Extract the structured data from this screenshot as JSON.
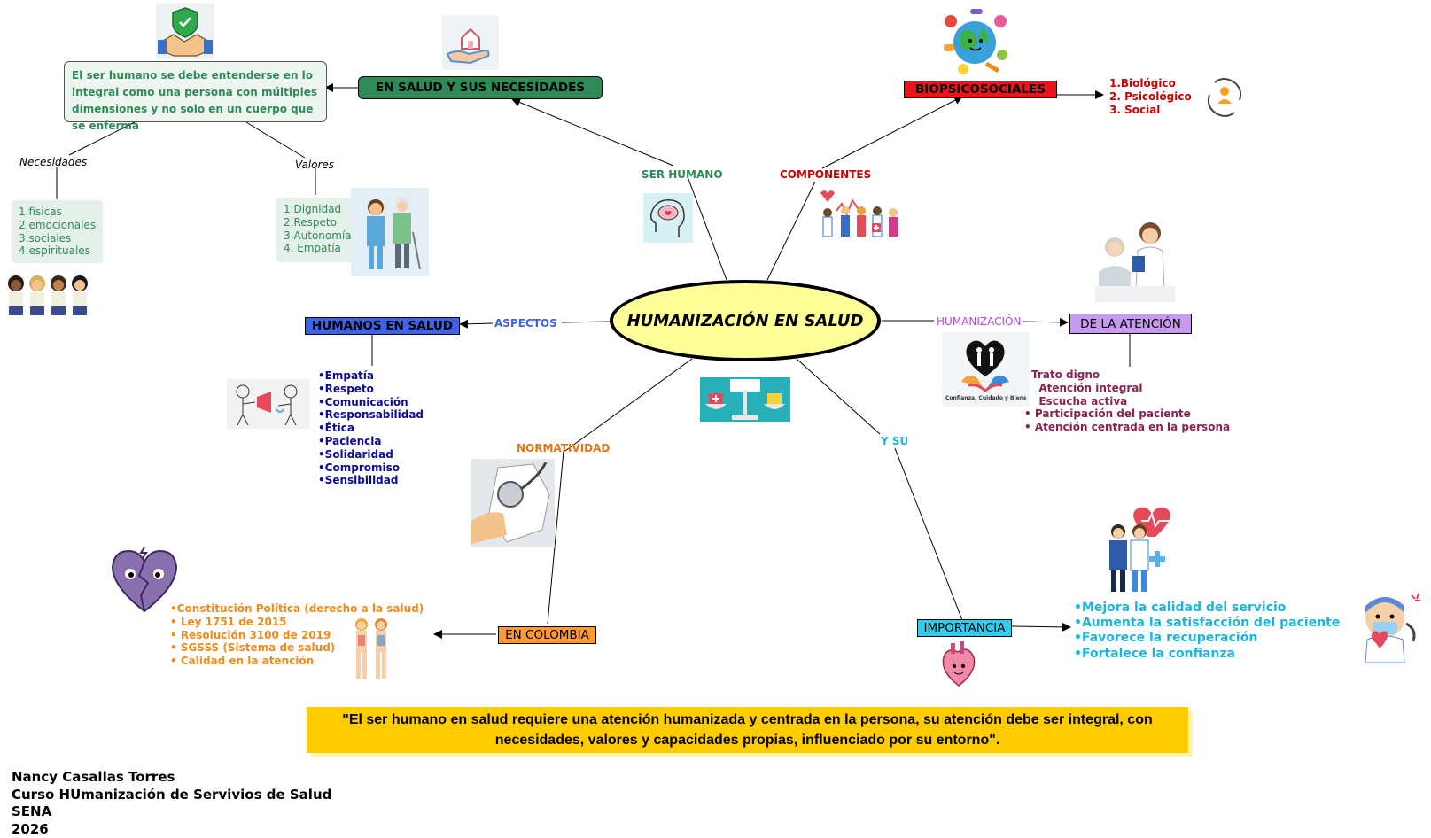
{
  "central": "HUMANIZACIÓN EN SALUD",
  "connectors": {
    "ser_humano": "SER HUMANO",
    "componentes": "COMPONENTES",
    "aspectos": "ASPECTOS",
    "humanizacion": "HUMANIZACIÓN",
    "normatividad": "NORMATIVIDAD",
    "y_su": "Y SU",
    "necesidades": "Necesidades",
    "valores": "Valores"
  },
  "nodes": {
    "en_salud": "EN SALUD Y SUS NECESIDADES",
    "biopsico": "BIOPSICOSOCIALES",
    "humanos": "HUMANOS EN SALUD",
    "atencion": "DE LA ATENCIÓN",
    "colombia": "EN COLOMBIA",
    "importancia": "IMPORTANCIA"
  },
  "definition": "El ser humano se debe entenderse en lo integral como una persona con múltiples dimensiones y no solo en un cuerpo que se enferma",
  "needs": [
    "1.físicas",
    "2.emocionales",
    "3.sociales",
    "4.espirituales"
  ],
  "values": [
    "1.Dignidad",
    "2.Respeto",
    "3.Autonomía",
    "4. Empatía"
  ],
  "components": [
    "1.Biológico",
    "2. Psicológico",
    "3. Social"
  ],
  "aspects": [
    "•Empatía",
    "•Respeto",
    "•Comunicación",
    "•Responsabilidad",
    "•Ética",
    "•Paciencia",
    "•Solidaridad",
    "•Compromiso",
    "•Sensibilidad"
  ],
  "attention": [
    "Trato digno",
    "  Atención integral",
    "  Escucha activa",
    "• Participación del paciente",
    "• Atención centrada en la persona"
  ],
  "norms": [
    "•Constitución Política (derecho a la salud)",
    "• Ley 1751 de 2015",
    "• Resolución 3100 de 2019",
    "• SGSSS (Sistema de salud)",
    "• Calidad en la atención"
  ],
  "importance": [
    "•Mejora la calidad del servicio",
    "•Aumenta la satisfacción del paciente",
    "•Favorece la recuperación",
    "•Fortalece la confianza"
  ],
  "quote": "\"El ser humano en salud  requiere una atención humanizada y centrada en la persona, su atención debe ser integral, con necesidades, valores y capacidades propias, influenciado por su entorno\".",
  "author": {
    "name": "Nancy Casallas Torres",
    "course": "Curso HUmanización de Servivios de Salud",
    "org": "SENA",
    "year": "2026"
  },
  "logo_text": "Confianza, Cuidado y Bienestar",
  "colors": {
    "central_fill": "#ffff99",
    "en_salud_fill": "#2e8b57",
    "biopsico_fill": "#e8161b",
    "humanos_fill": "#3f63e6",
    "atencion_fill": "#c79af0",
    "colombia_fill": "#ff9933",
    "importancia_fill": "#33ccee",
    "quote_fill": "#ffcc00",
    "green_text": "#2e8b57",
    "red_text": "#cc0000",
    "navy_text": "#0b0b99",
    "maroon_text": "#8b2252",
    "orange_text": "#f08a1c",
    "cyan_text": "#1ab4de"
  }
}
